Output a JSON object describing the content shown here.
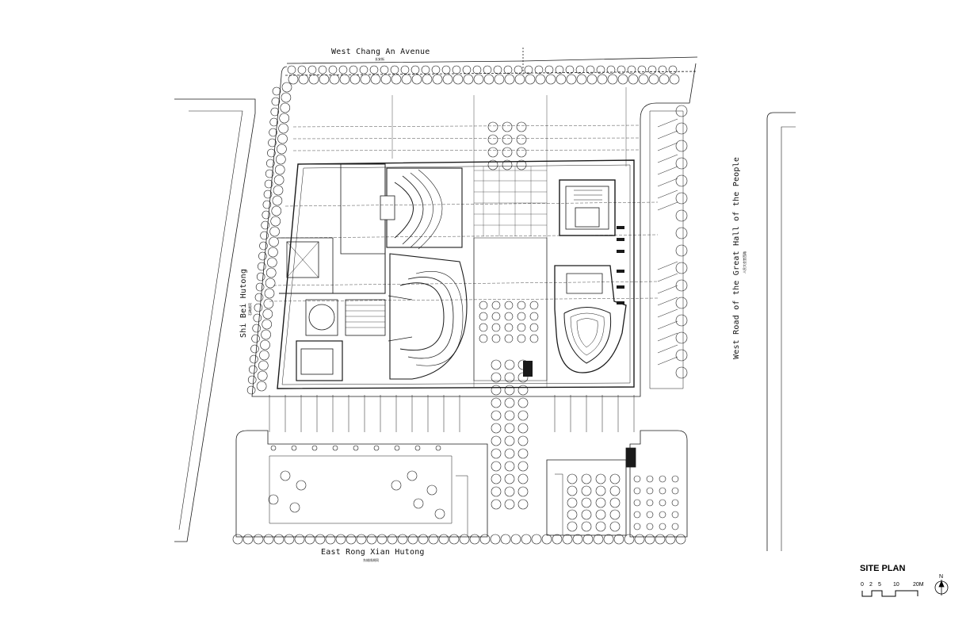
{
  "streets": {
    "north": {
      "name": "West Chang An Avenue",
      "sub": "长安街"
    },
    "west": {
      "name": "Shi Bei Hutong",
      "sub": "石碑胡同"
    },
    "east": {
      "name": "West Road of the Great Hall of the People",
      "sub": "人民大会堂西路"
    },
    "south": {
      "name": "East Rong Xian Hutong",
      "sub": "东绒线胡同"
    }
  },
  "legend": {
    "title": "SITE PLAN",
    "scale_ticks": [
      "0",
      "2",
      "5",
      "10",
      "20M"
    ],
    "north_label": "N"
  },
  "colors": {
    "line": "#1a1a1a",
    "paper": "#ffffff"
  }
}
